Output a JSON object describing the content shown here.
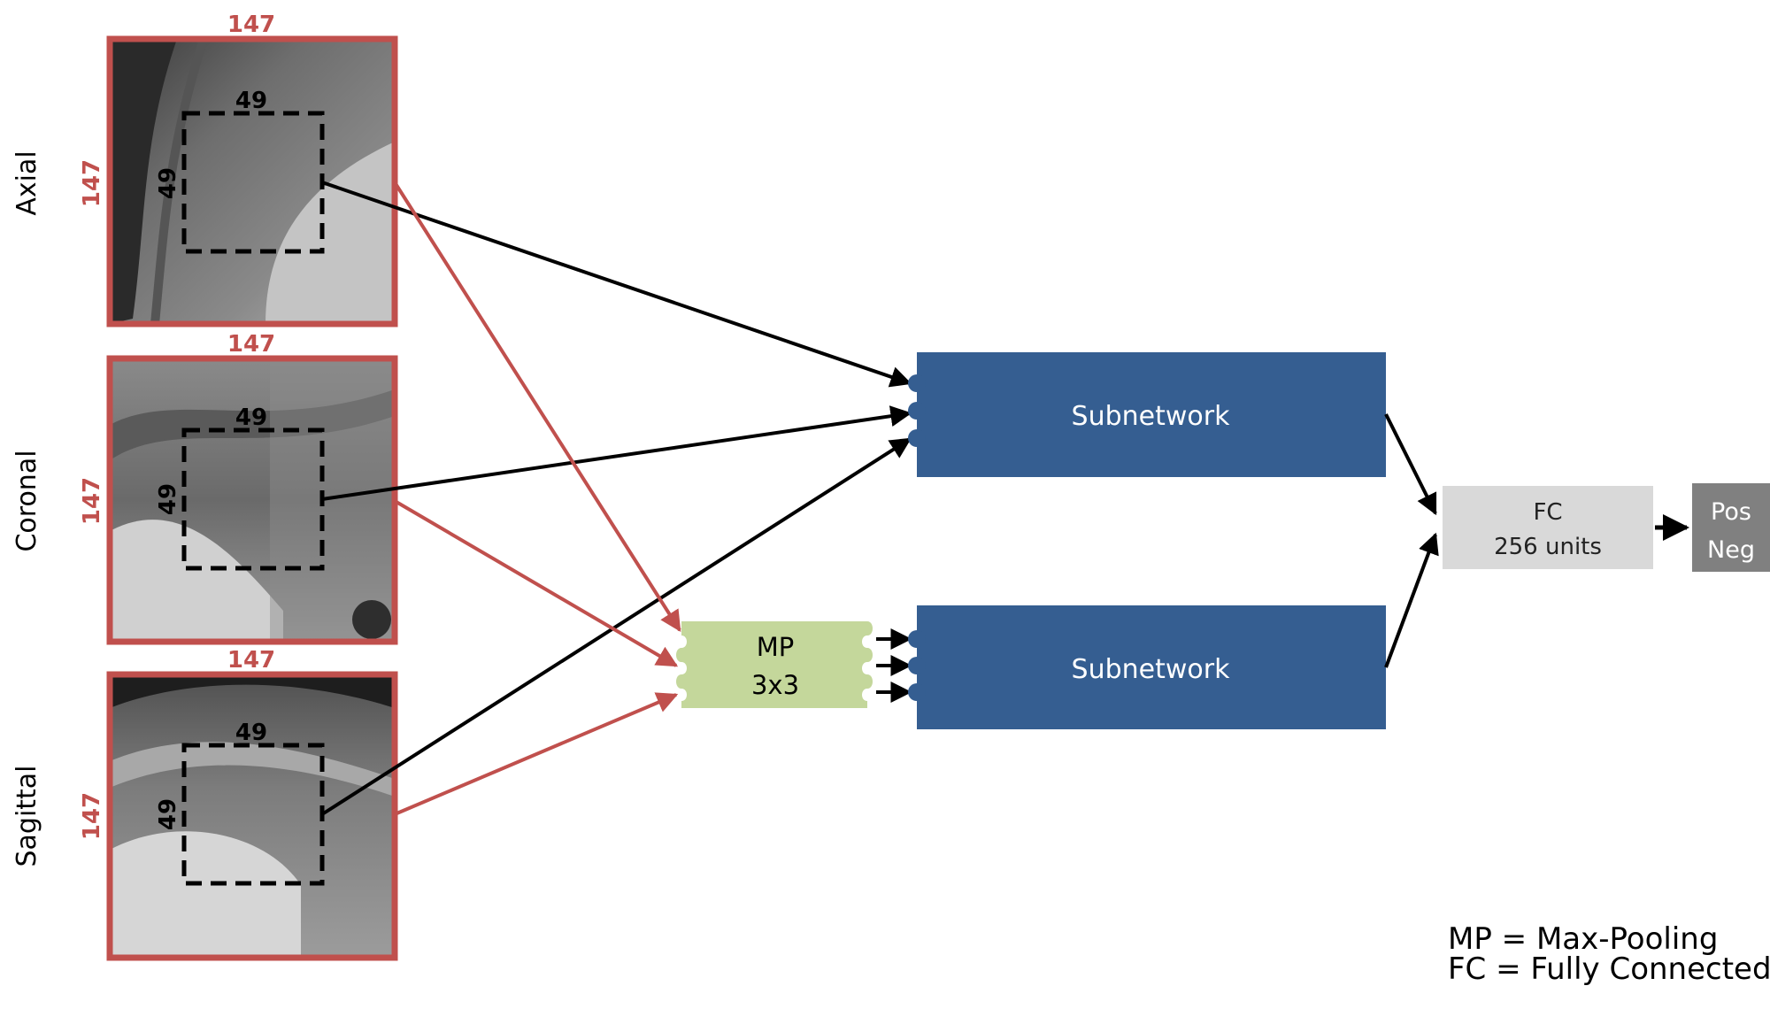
{
  "views": [
    {
      "label": "Axial",
      "outer_size": "147",
      "crop_size": "49"
    },
    {
      "label": "Coronal",
      "outer_size": "147",
      "crop_size": "49"
    },
    {
      "label": "Sagittal",
      "outer_size": "147",
      "crop_size": "49"
    }
  ],
  "subnetworks": [
    "Subnetwork",
    "Subnetwork"
  ],
  "max_pool": {
    "line1": "MP",
    "line2": "3x3"
  },
  "fc": {
    "line1": "FC",
    "line2": "256 units"
  },
  "output": {
    "line1": "Pos",
    "line2": "Neg"
  },
  "legend": {
    "line1": "MP = Max-Pooling",
    "line2": "FC = Fully Connected"
  },
  "colors": {
    "patch_border": "#c0504d",
    "subnetwork": "#355e91",
    "max_pool": "#c4d79b",
    "fc": "#d9d9d9",
    "output": "#808080",
    "arrow_black": "#000000",
    "arrow_red": "#c0504d"
  }
}
